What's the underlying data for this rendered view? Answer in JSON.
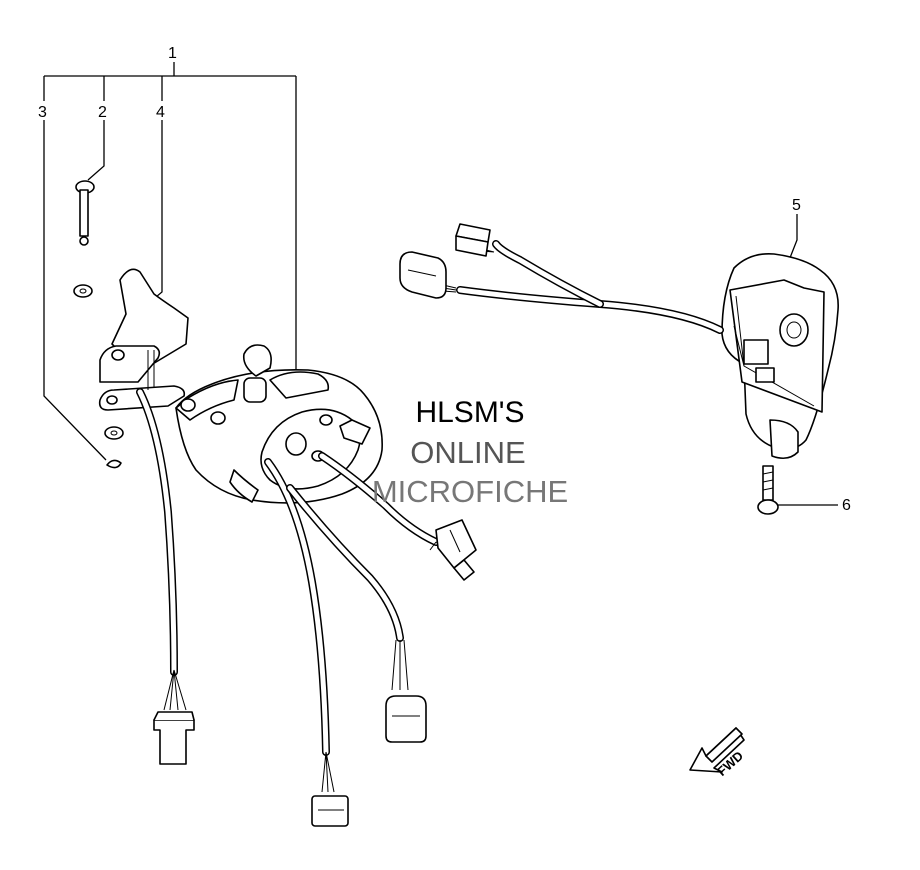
{
  "callouts": {
    "c1": "1",
    "c2": "2",
    "c3": "3",
    "c4": "4",
    "c5": "5",
    "c6": "6"
  },
  "watermark": {
    "line1": "HLSM'S",
    "line2": "ONLINE",
    "line3": "MICROFICHE"
  },
  "fwd_arrow": {
    "label": "FWD"
  }
}
